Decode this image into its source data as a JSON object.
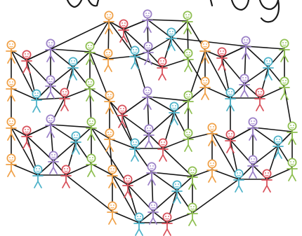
{
  "palette": {
    "background": "#ffffff",
    "edge": "#151515",
    "header_ink": "#1a1a1a",
    "orange": "#f0a24a",
    "red": "#d9535d",
    "purple": "#9c82c8",
    "teal": "#4fb3c9",
    "green": "#8fbf52",
    "face": "#ffffff"
  },
  "figure_icon": "stick-figure-icon",
  "clusters": [
    {
      "name": "top-middle"
    },
    {
      "name": "upper-left"
    },
    {
      "name": "upper-right"
    },
    {
      "name": "center"
    },
    {
      "name": "lower-left"
    },
    {
      "name": "lower-right"
    },
    {
      "name": "bottom-middle"
    }
  ]
}
